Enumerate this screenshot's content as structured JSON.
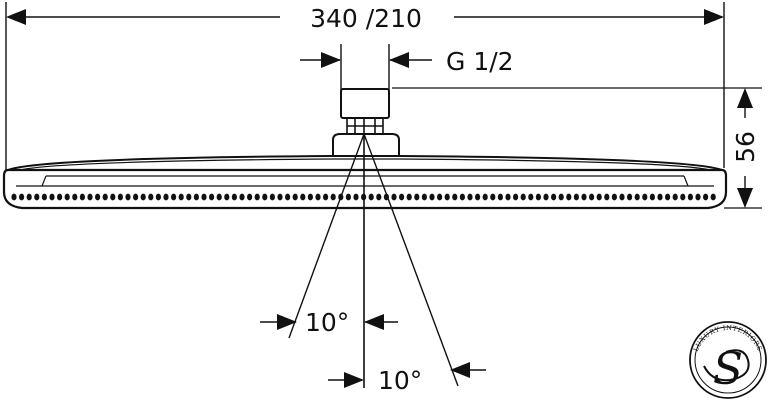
{
  "drawing": {
    "overall_width_label": "340 /210",
    "connection_label": "G 1/2",
    "height_label": "56",
    "angle_label_top": "10°",
    "angle_label_bottom": "10°"
  },
  "logo": {
    "ring_text": "LUXURY INTERIORS",
    "monogram": "S"
  },
  "colors": {
    "line": "#111111",
    "background": "#ffffff"
  }
}
